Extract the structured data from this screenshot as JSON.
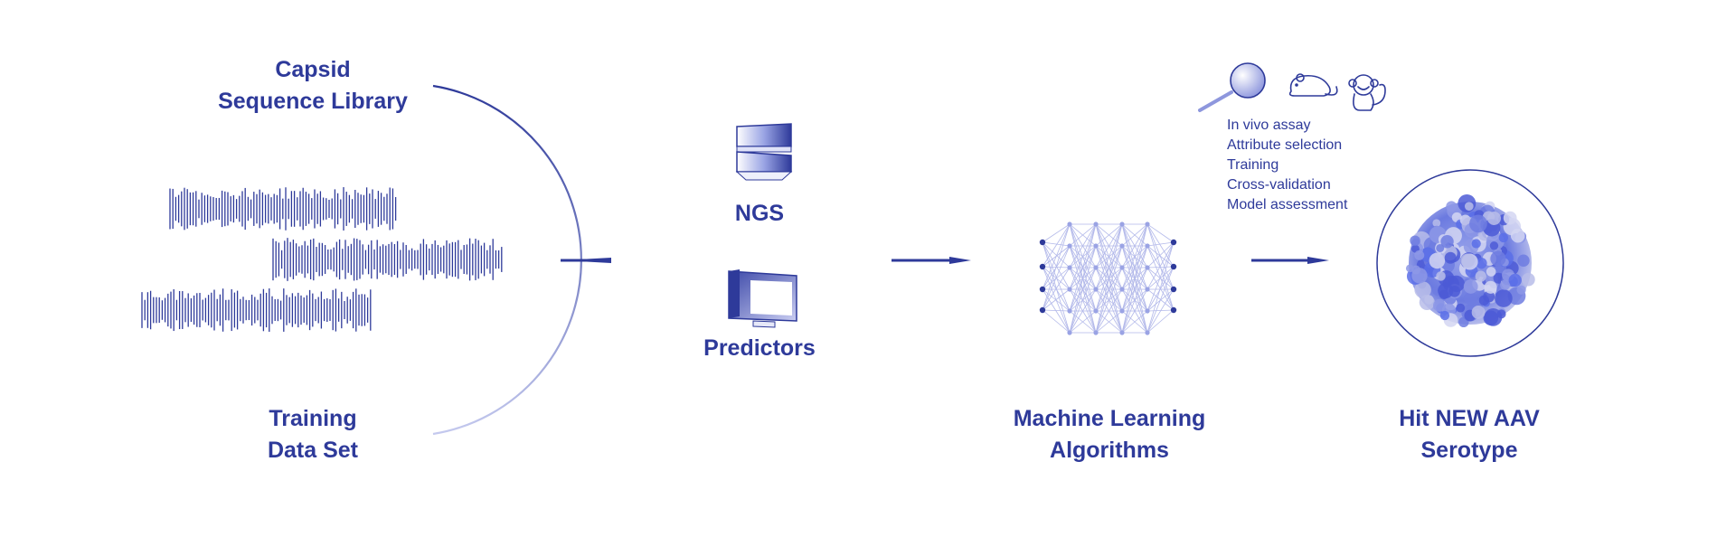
{
  "labels": {
    "library": [
      "Capsid",
      "Sequence Library"
    ],
    "training": [
      "Training",
      "Data Set"
    ],
    "ngs": "NGS",
    "predictors": "Predictors",
    "ml": [
      "Machine Learning",
      "Algorithms"
    ],
    "hit": [
      "Hit NEW AAV",
      "Serotype"
    ]
  },
  "validation_steps": [
    "In vivo assay",
    "Attribute selection",
    "Training",
    "Cross-validation",
    "Model assessment"
  ],
  "icons": {
    "sequence": "sequence-waveform-icon",
    "ngs": "ngs-instrument-icon",
    "predictors": "monitor-icon",
    "network": "neural-network-icon",
    "magnifier": "magnifying-glass-icon",
    "mouse": "mouse-icon",
    "monkey": "monkey-icon",
    "capsid": "aav-capsid-icon"
  },
  "colors": {
    "primary": "#2e3a9a",
    "light": "#aab1e6",
    "accent": "#5b6ee8"
  }
}
